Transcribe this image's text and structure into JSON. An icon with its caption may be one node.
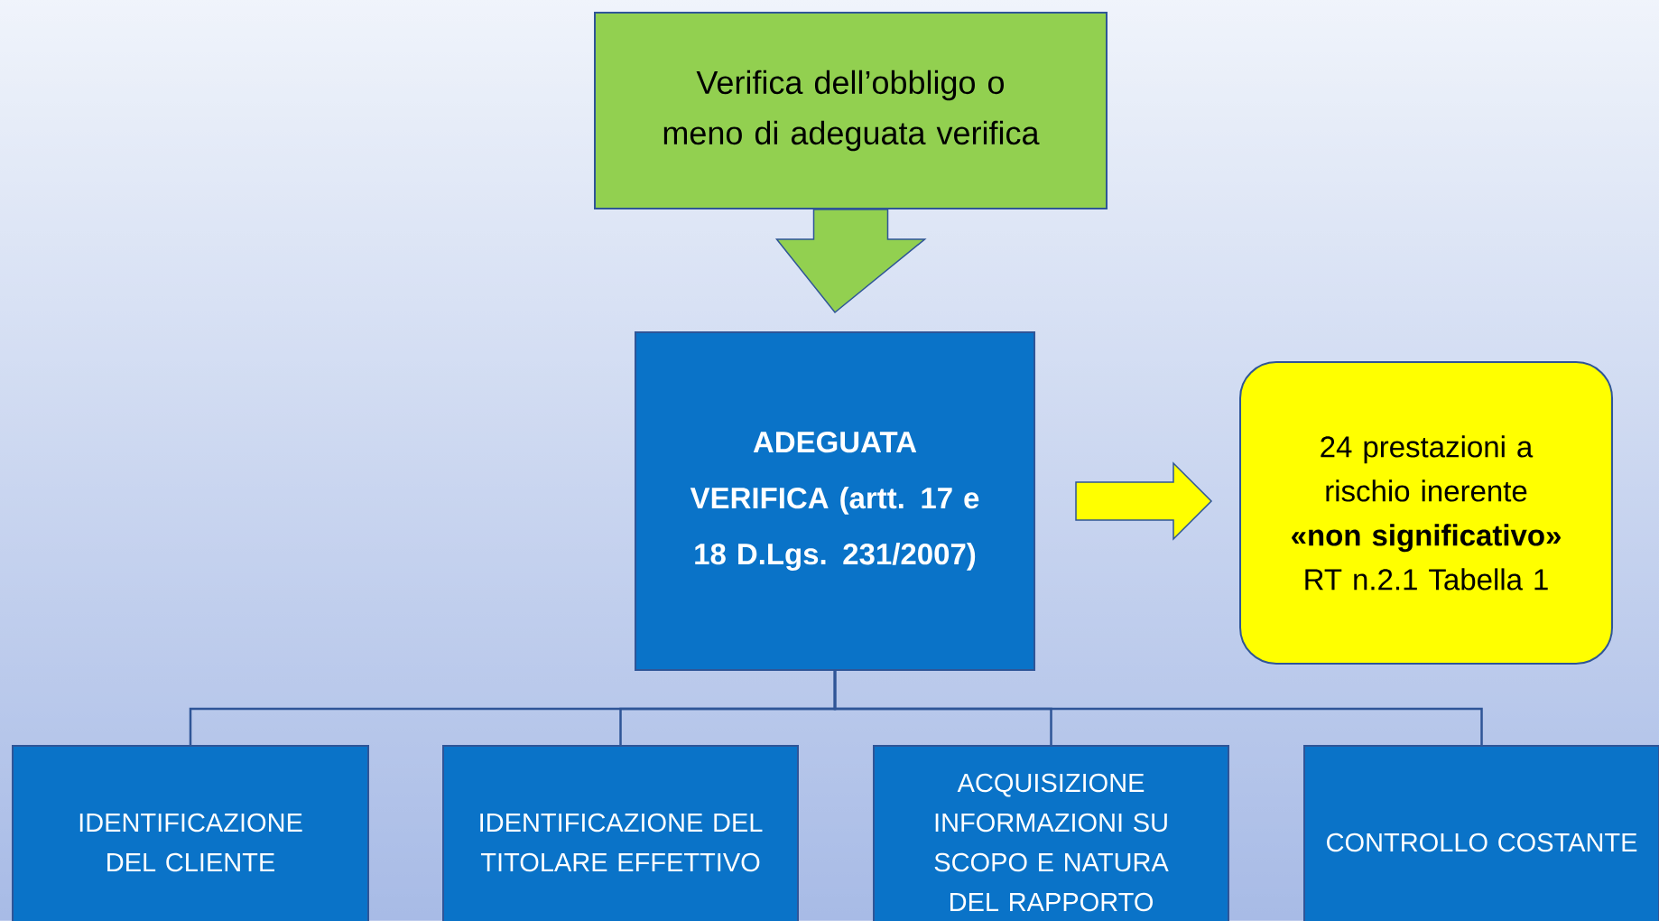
{
  "diagram": {
    "nodes": [
      {
        "text": [
          "Verifica dell’obbligo o meno di adeguata verifica"
        ]
      },
      {
        "text": [
          "ADEGUATA VERIFICA (artt. 17 e 18 D.Lgs. 231/2007)"
        ]
      },
      {
        "text": [
          "24 prestazioni a rischio inerente **«non significativo»** RT n.2.1 Tabella 1"
        ]
      },
      {
        "text": [
          "IDENTIFICAZIONE DEL CLIENTE"
        ]
      },
      {
        "text": [
          "IDENTIFICAZIONE DEL TITOLARE EFFETTIVO"
        ]
      },
      {
        "text": [
          "ACQUISIZIONE INFORMAZIONI SU SCOPO E NATURA DEL RAPPORTO"
        ]
      },
      {
        "text": [
          "CONTROLLO COSTANTE"
        ]
      }
    ],
    "edges": [
      {
        "from": 0,
        "to": 1,
        "arrow": "to",
        "color": "#92d050"
      },
      {
        "from": 1,
        "to": 2,
        "arrow": "to",
        "color": "#ffff00"
      },
      {
        "from": 1,
        "to": 3,
        "arrow": "none"
      },
      {
        "from": 1,
        "to": 4,
        "arrow": "none"
      },
      {
        "from": 1,
        "to": 5,
        "arrow": "none"
      },
      {
        "from": 1,
        "to": 6,
        "arrow": "none"
      }
    ]
  }
}
